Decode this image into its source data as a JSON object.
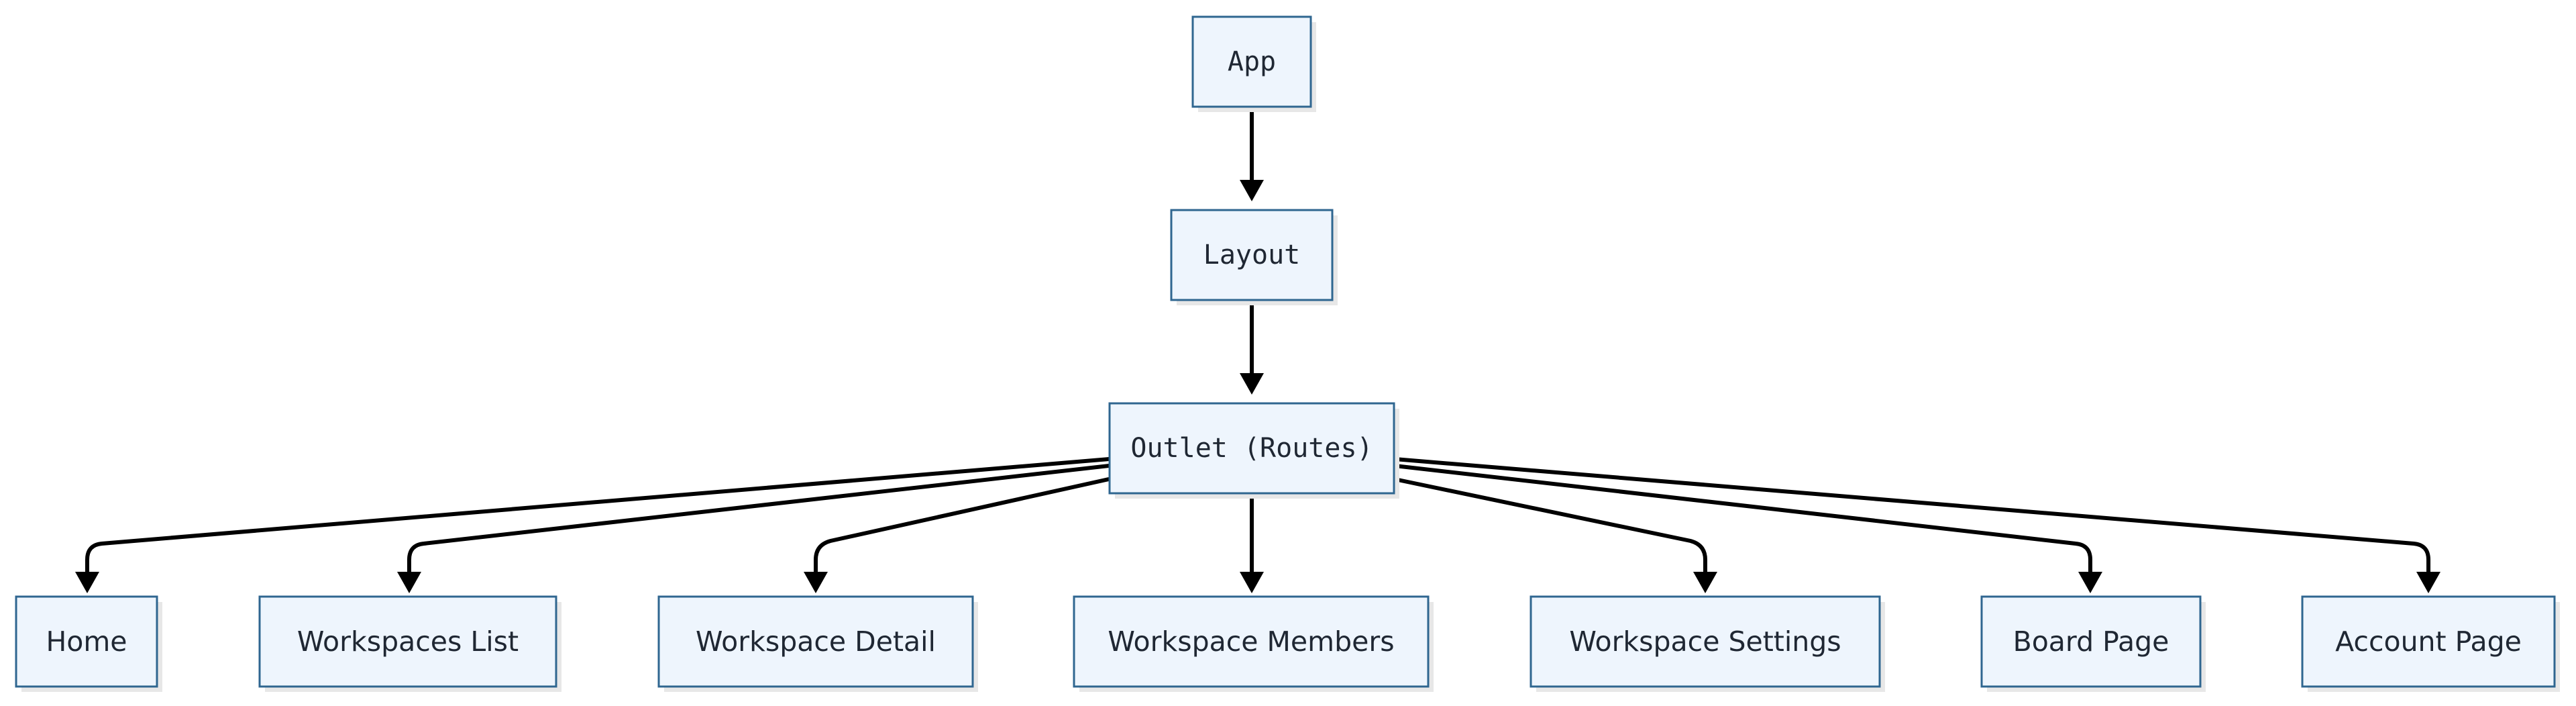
{
  "nodes": {
    "app": {
      "label": "App"
    },
    "layout": {
      "label": "Layout"
    },
    "outlet": {
      "label": "Outlet (Routes)"
    },
    "home": {
      "label": "Home"
    },
    "workspaces_list": {
      "label": "Workspaces List"
    },
    "workspace_detail": {
      "label": "Workspace Detail"
    },
    "workspace_members": {
      "label": "Workspace Members"
    },
    "workspace_settings": {
      "label": "Workspace Settings"
    },
    "board_page": {
      "label": "Board Page"
    },
    "account_page": {
      "label": "Account Page"
    }
  },
  "edges": [
    {
      "from": "App",
      "to": "Layout"
    },
    {
      "from": "Layout",
      "to": "Outlet (Routes)"
    },
    {
      "from": "Outlet (Routes)",
      "to": "Home"
    },
    {
      "from": "Outlet (Routes)",
      "to": "Workspaces List"
    },
    {
      "from": "Outlet (Routes)",
      "to": "Workspace Detail"
    },
    {
      "from": "Outlet (Routes)",
      "to": "Workspace Members"
    },
    {
      "from": "Outlet (Routes)",
      "to": "Workspace Settings"
    },
    {
      "from": "Outlet (Routes)",
      "to": "Board Page"
    },
    {
      "from": "Outlet (Routes)",
      "to": "Account Page"
    }
  ],
  "colors": {
    "node_fill": "#eef5fd",
    "node_border": "#2f6690",
    "edge": "#000000",
    "text": "#1f2733"
  }
}
